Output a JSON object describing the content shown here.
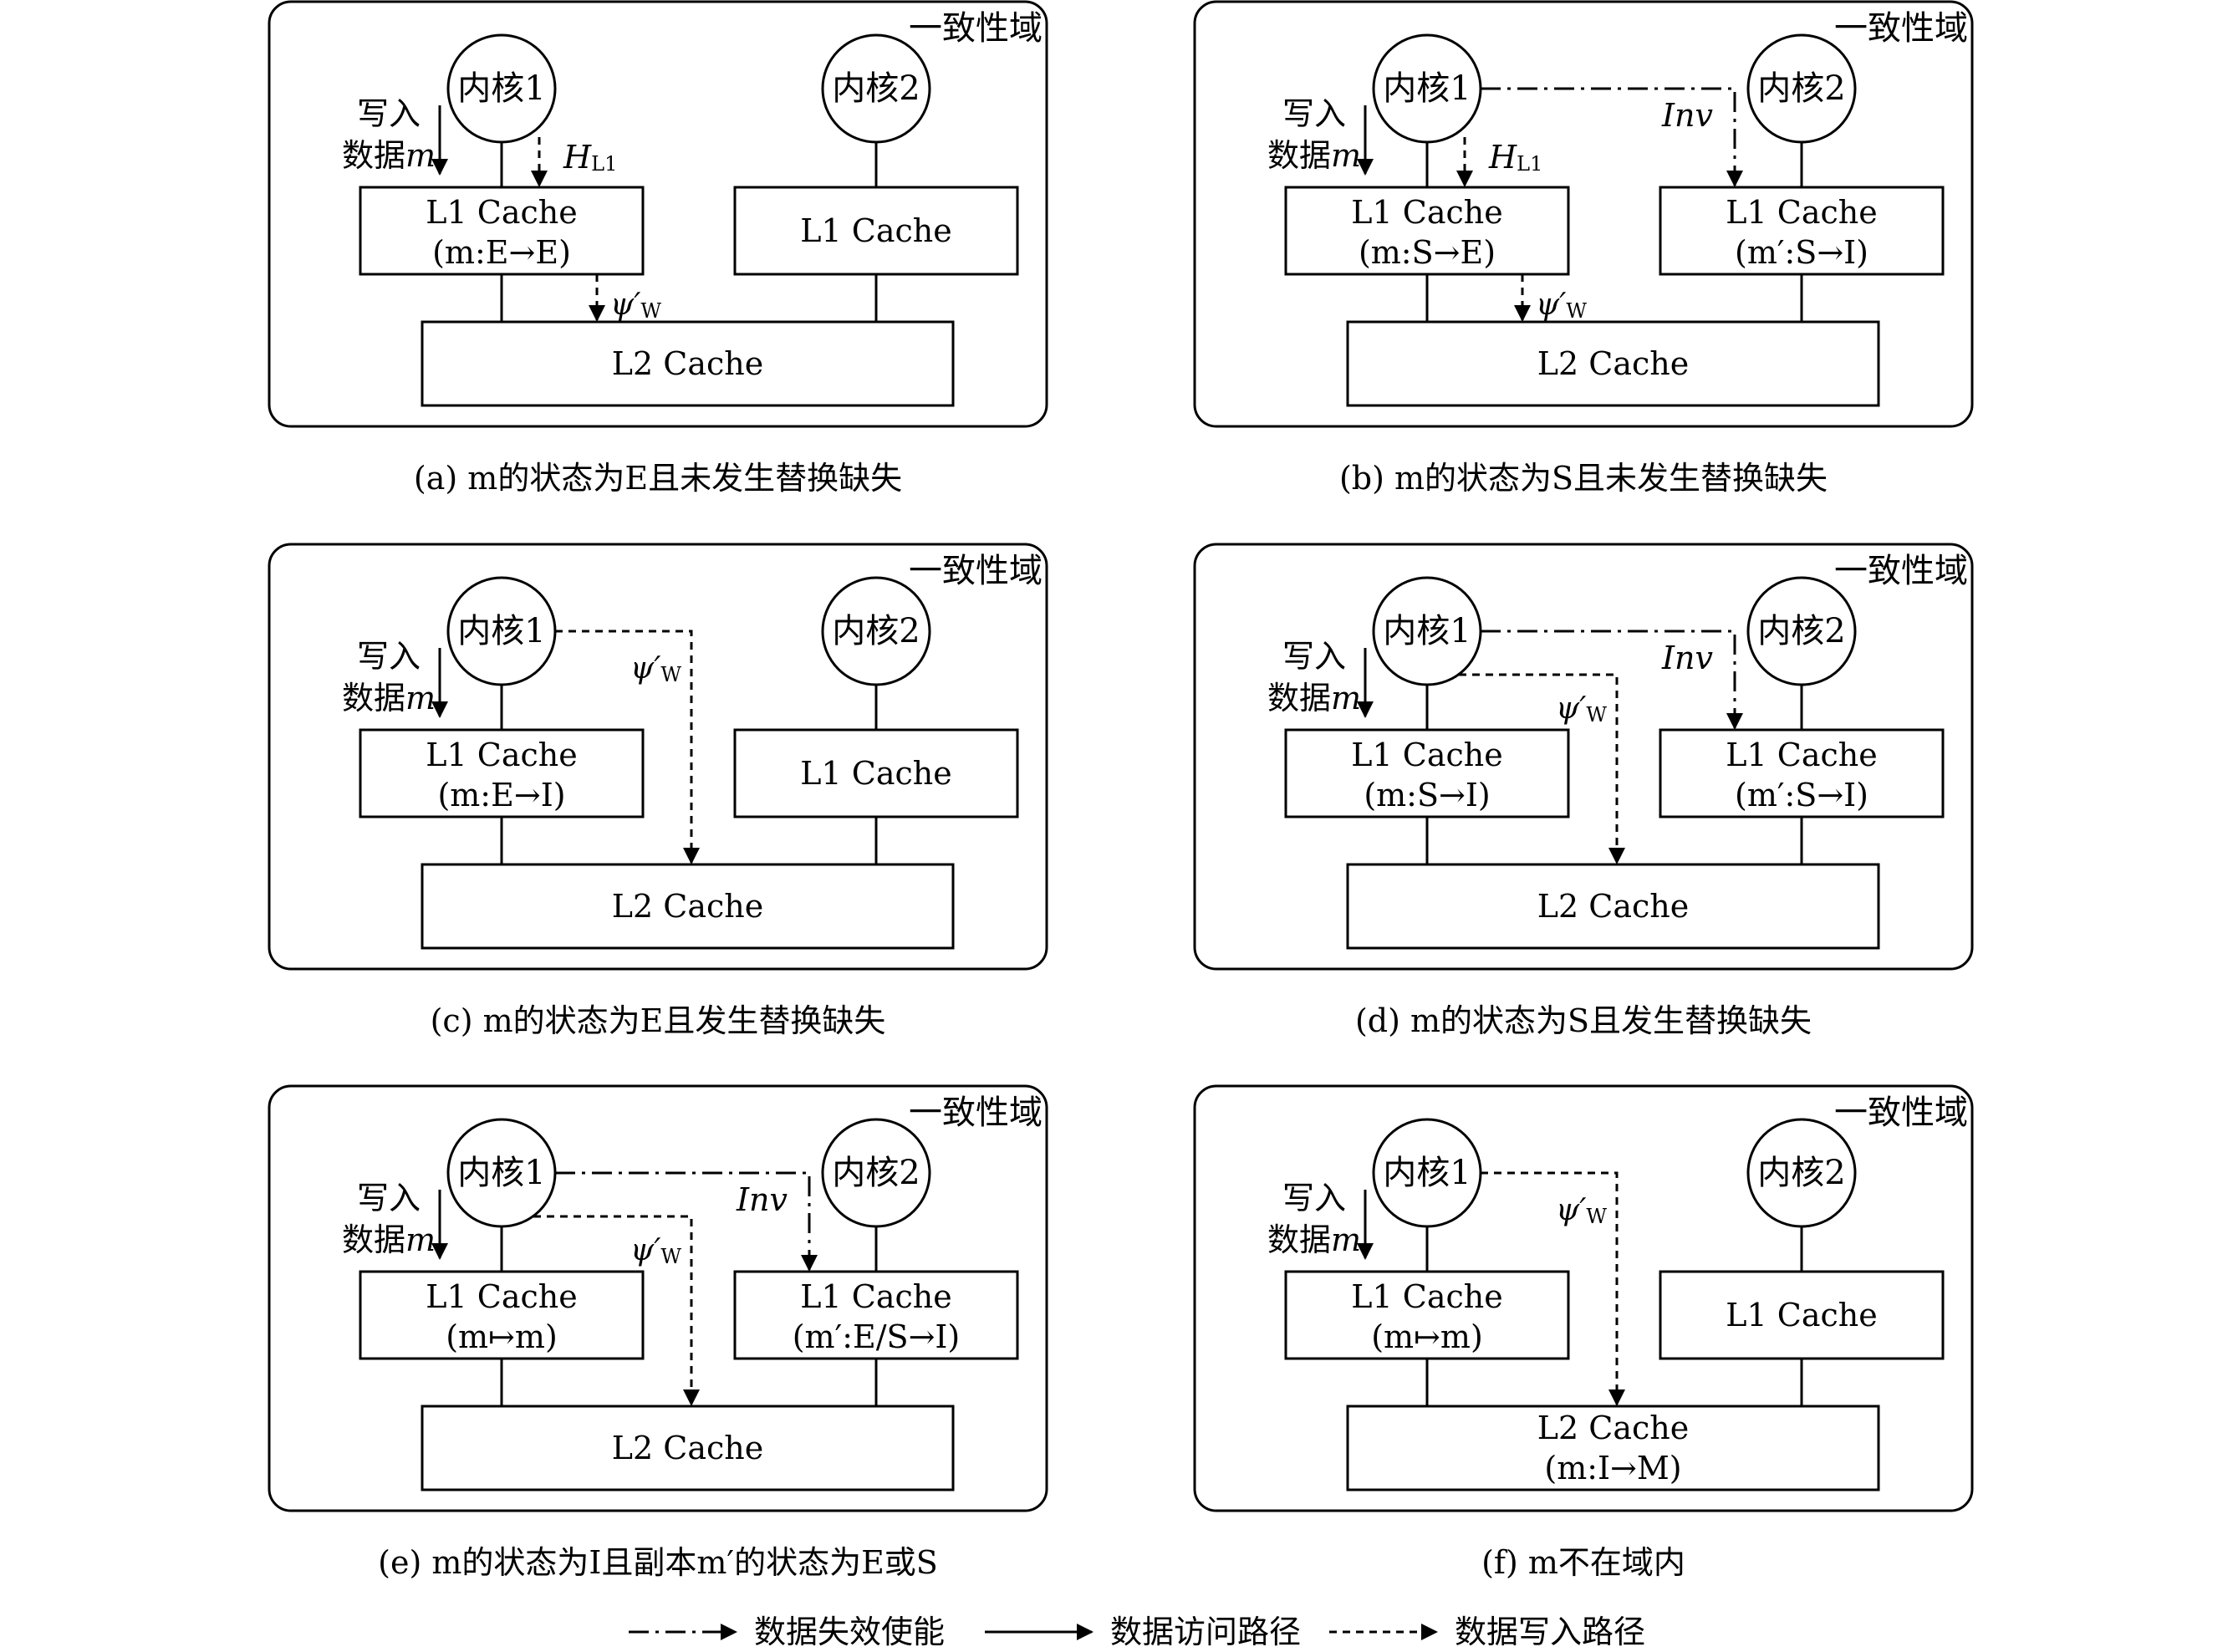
{
  "domain_label": "一致性域",
  "labels": {
    "core1": "内核1",
    "core2": "内核2",
    "l1": "L1 Cache",
    "l2": "L2 Cache",
    "write_line1": "写入",
    "write_line2_prefix": "数据",
    "write_var": "m",
    "h_main": "H",
    "h_sub": "L1",
    "psi_main": "ψ′",
    "psi_sub": "W",
    "inv": "Inv"
  },
  "panels": [
    {
      "id": "a",
      "l1_left_state": "(m:E→E)",
      "l1_right_state": "",
      "l2_state": "",
      "paths": [
        "write-h",
        "psi-short"
      ],
      "caption": "(a) m的状态为E且未发生替换缺失"
    },
    {
      "id": "b",
      "l1_left_state": "(m:S→E)",
      "l1_right_state": "(m′:S→I)",
      "l2_state": "",
      "paths": [
        "write-h",
        "psi-short",
        "inv-top"
      ],
      "caption": "(b) m的状态为S且未发生替换缺失"
    },
    {
      "id": "c",
      "l1_left_state": "(m:E→I)",
      "l1_right_state": "",
      "l2_state": "",
      "paths": [
        "psi-long"
      ],
      "caption": "(c) m的状态为E且发生替换缺失"
    },
    {
      "id": "d",
      "l1_left_state": "(m:S→I)",
      "l1_right_state": "(m′:S→I)",
      "l2_state": "",
      "paths": [
        "inv-top",
        "psi-low"
      ],
      "caption": "(d) m的状态为S且发生替换缺失"
    },
    {
      "id": "e",
      "l1_left_state": "(m↦m)",
      "l1_right_state": "(m′:E/S→I)",
      "l2_state": "",
      "paths": [
        "inv-top",
        "psi-low"
      ],
      "caption": "(e) m的状态为I且副本m′的状态为E或S"
    },
    {
      "id": "f",
      "l1_left_state": "(m↦m)",
      "l1_right_state": "",
      "l2_state": "(m:I→M)",
      "paths": [
        "psi-long"
      ],
      "caption": "(f) m不在域内"
    }
  ],
  "legend": [
    {
      "style": "dashdot",
      "label": "数据失效使能"
    },
    {
      "style": "solid",
      "label": "数据访问路径"
    },
    {
      "style": "dashed",
      "label": "数据写入路径"
    }
  ]
}
